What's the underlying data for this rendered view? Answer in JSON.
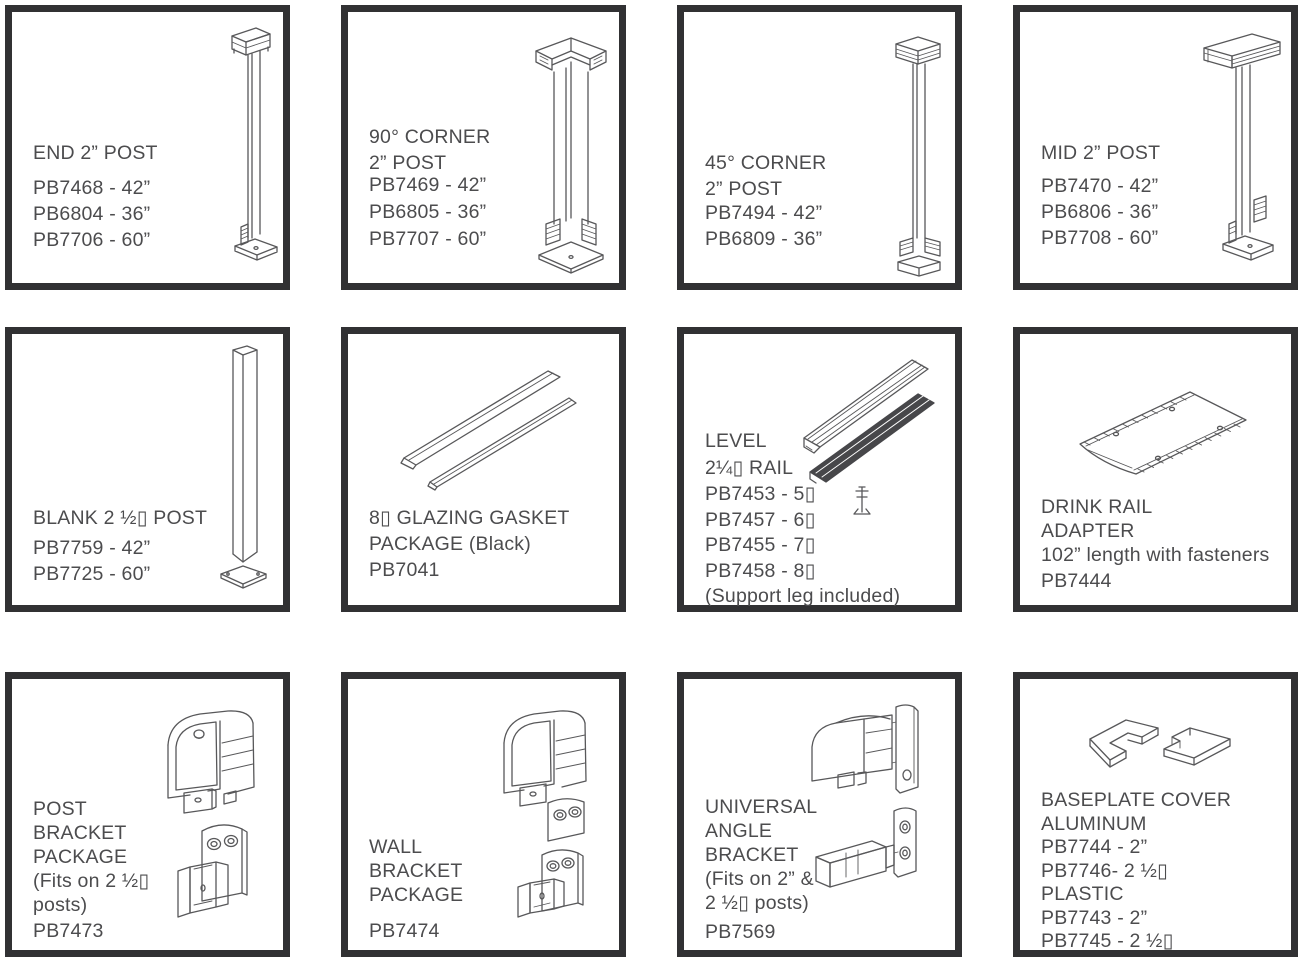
{
  "page": {
    "background": "#ffffff",
    "frame_color": "#313133",
    "text_color": "#4c4c4e"
  },
  "cells": [
    {
      "id": "end-2-post",
      "title_lines": [
        "END 2” POST"
      ],
      "parts": [
        "PB7468 - 42”",
        "PB6804 - 36”",
        "PB7706 - 60”"
      ],
      "drawing": "end-post-drawing"
    },
    {
      "id": "90-corner-2-post",
      "title_lines": [
        "90° CORNER",
        "2” POST"
      ],
      "parts": [
        "PB7469 - 42”",
        "PB6805 - 36”",
        "PB7707 - 60”"
      ],
      "drawing": "90-corner-post-drawing"
    },
    {
      "id": "45-corner-2-post",
      "title_lines": [
        "45° CORNER",
        "2” POST"
      ],
      "parts": [
        "PB7494 - 42”",
        "PB6809 - 36”"
      ],
      "drawing": "45-corner-post-drawing"
    },
    {
      "id": "mid-2-post",
      "title_lines": [
        "MID 2” POST"
      ],
      "parts": [
        "PB7470 - 42”",
        "PB6806 - 36”",
        "PB7708 - 60”"
      ],
      "drawing": "mid-post-drawing"
    },
    {
      "id": "blank-2half-post",
      "title_lines": [
        "BLANK 2 ½▯ POST"
      ],
      "parts": [
        "PB7759 - 42”",
        "PB7725 - 60”"
      ],
      "drawing": "blank-post-drawing"
    },
    {
      "id": "glazing-gasket-package",
      "title_lines": [
        "8▯ GLAZING GASKET",
        "PACKAGE (Black)"
      ],
      "parts": [
        "PB7041"
      ],
      "drawing": "glazing-gasket-drawing"
    },
    {
      "id": "level-rail",
      "title_lines": [
        "LEVEL",
        "2¼▯ RAIL"
      ],
      "parts": [
        "PB7453 - 5▯",
        "PB7457 - 6▯",
        "PB7455 - 7▯",
        "PB7458 - 8▯"
      ],
      "note": "(Support leg included)",
      "drawing": "level-rail-drawing"
    },
    {
      "id": "drink-rail-adapter",
      "title_lines": [
        "DRINK RAIL",
        "ADAPTER",
        "102” length with fasteners"
      ],
      "parts": [
        "PB7444"
      ],
      "drawing": "drink-rail-adapter-drawing"
    },
    {
      "id": "post-bracket-package",
      "title_lines": [
        "POST",
        "BRACKET",
        "PACKAGE",
        "(Fits on 2 ½▯",
        "posts)"
      ],
      "parts": [
        "PB7473"
      ],
      "drawing": "post-bracket-drawing"
    },
    {
      "id": "wall-bracket-package",
      "title_lines": [
        "WALL",
        "BRACKET",
        "PACKAGE"
      ],
      "parts": [
        "PB7474"
      ],
      "drawing": "wall-bracket-drawing"
    },
    {
      "id": "universal-angle-bracket",
      "title_lines": [
        "UNIVERSAL",
        "ANGLE",
        "BRACKET",
        "(Fits on 2” &",
        "2 ½▯ posts)"
      ],
      "parts": [
        "PB7569"
      ],
      "drawing": "universal-angle-bracket-drawing"
    },
    {
      "id": "baseplate-cover",
      "title_lines": [
        "BASEPLATE COVER"
      ],
      "parts": [
        "ALUMINUM",
        "PB7744 - 2”",
        "PB7746- 2 ½▯",
        "PLASTIC",
        "PB7743 - 2”",
        "PB7745 - 2 ½▯"
      ],
      "drawing": "baseplate-cover-drawing"
    }
  ]
}
